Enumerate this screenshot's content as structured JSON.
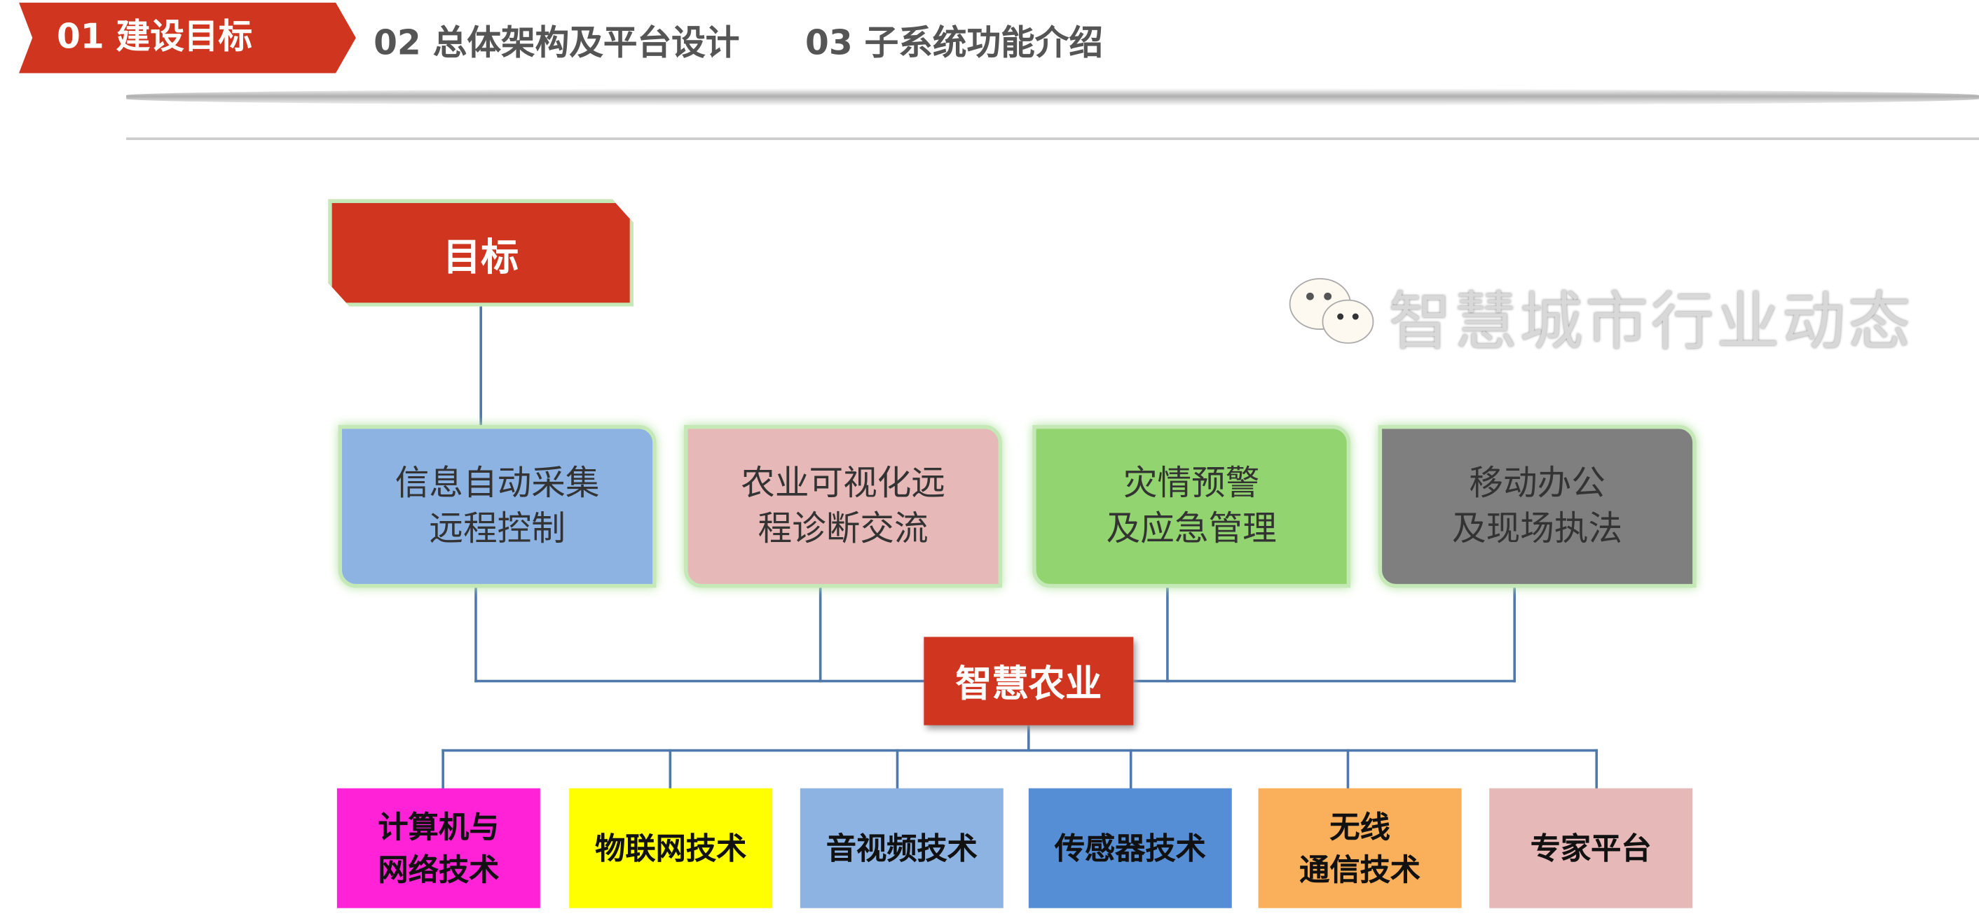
{
  "header": {
    "tabs": [
      {
        "label": "01  建设目标",
        "active": true
      },
      {
        "label": "02 总体架构及平台设计"
      },
      {
        "label": "03 子系统功能介绍"
      }
    ]
  },
  "diagram": {
    "goal": "目标",
    "functions": [
      {
        "label": "信息自动采集\n远程控制",
        "color": "#8db3e2"
      },
      {
        "label": "农业可视化远\n程诊断交流",
        "color": "#e6b9b8"
      },
      {
        "label": "灾情预警\n及应急管理",
        "color": "#92d46f"
      },
      {
        "label": "移动办公\n及现场执法",
        "color": "#7f7f7f"
      }
    ],
    "core": "智慧农业",
    "technologies": [
      {
        "label": "计算机与\n网络技术",
        "color": "#ff22d6"
      },
      {
        "label": "物联网技术",
        "color": "#ffff00"
      },
      {
        "label": "音视频技术",
        "color": "#8db3e2"
      },
      {
        "label": "传感器技术",
        "color": "#558ed5"
      },
      {
        "label": "无线\n通信技术",
        "color": "#fab05a"
      },
      {
        "label": "专家平台",
        "color": "#e6b9b8"
      }
    ]
  },
  "watermark": "智慧城市行业动态"
}
